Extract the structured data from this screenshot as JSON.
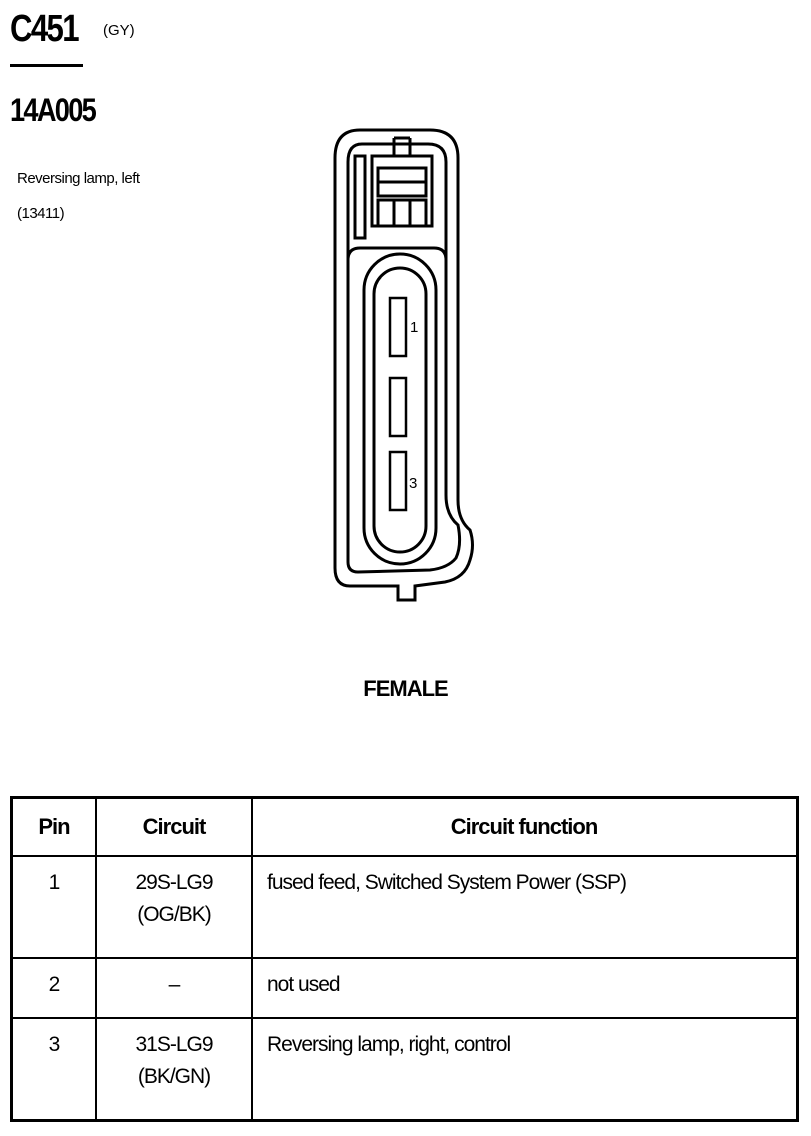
{
  "header": {
    "connector_id": "C451",
    "color_code": "(GY)",
    "part_number": "14A005",
    "description_line1": "Reversing lamp, left",
    "description_line2": "(13411)"
  },
  "diagram": {
    "pin_labels": [
      "1",
      "3"
    ],
    "gender_label": "FEMALE"
  },
  "table": {
    "headers": {
      "pin": "Pin",
      "circuit": "Circuit",
      "function": "Circuit function"
    },
    "rows": [
      {
        "pin": "1",
        "circuit_line1": "29S-LG9",
        "circuit_line2": "(OG/BK)",
        "function": "fused feed, Switched System Power (SSP)"
      },
      {
        "pin": "2",
        "circuit_line1": "–",
        "circuit_line2": "",
        "function": "not used"
      },
      {
        "pin": "3",
        "circuit_line1": "31S-LG9",
        "circuit_line2": "(BK/GN)",
        "function": "Reversing lamp, right, control"
      }
    ]
  }
}
